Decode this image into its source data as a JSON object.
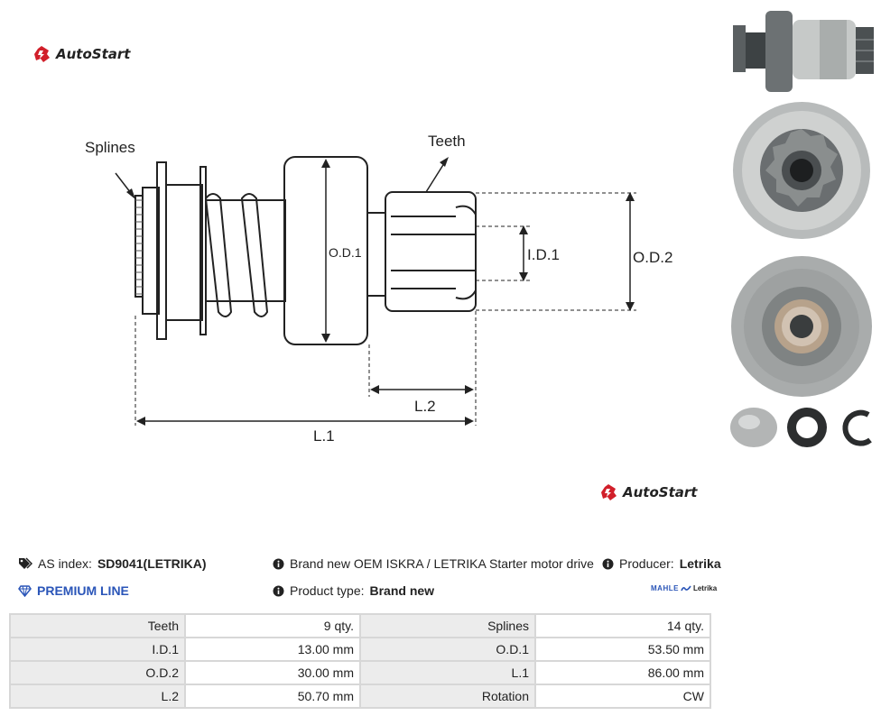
{
  "brand": {
    "logo_text": "AutoStart"
  },
  "diagram": {
    "labels": {
      "splines": "Splines",
      "teeth": "Teeth",
      "od1": "O.D.1",
      "id1": "I.D.1",
      "od2": "O.D.2",
      "l2": "L.2",
      "l1": "L.1"
    }
  },
  "photos": [
    "starter-drive-side-view",
    "pinion-front-view",
    "drive-rear-view",
    "small-parts-cap-seal-clip"
  ],
  "info": {
    "as_index_label": "AS index:",
    "as_index_value": "SD9041(LETRIKA)",
    "premium_line": "PREMIUM LINE",
    "description": "Brand new OEM ISKRA / LETRIKA Starter motor drive",
    "product_type_label": "Product type:",
    "product_type_value": "Brand new",
    "producer_label": "Producer:",
    "producer_value": "Letrika",
    "partner_logo": {
      "mahle": "MAHLE",
      "letrika": "Letrika"
    }
  },
  "specs": [
    {
      "k1": "Teeth",
      "v1": "9 qty.",
      "k2": "Splines",
      "v2": "14 qty."
    },
    {
      "k1": "I.D.1",
      "v1": "13.00 mm",
      "k2": "O.D.1",
      "v2": "53.50 mm"
    },
    {
      "k1": "O.D.2",
      "v1": "30.00 mm",
      "k2": "L.1",
      "v2": "86.00 mm"
    },
    {
      "k1": "L.2",
      "v1": "50.70 mm",
      "k2": "Rotation",
      "v2": "CW"
    }
  ],
  "colors": {
    "accent": "#2a55b8",
    "logo_red": "#d11f2a",
    "table_border": "#d7d7d7",
    "table_key_bg": "#ececec"
  }
}
